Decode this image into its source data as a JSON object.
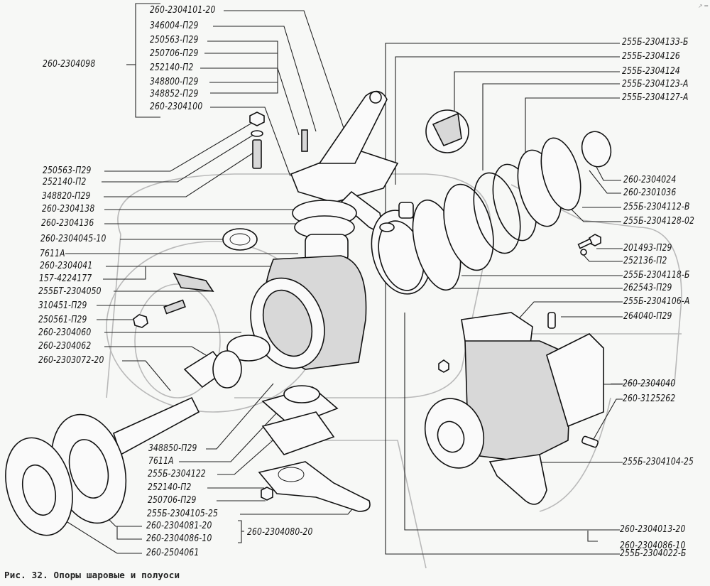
{
  "figure": {
    "caption": "Рис. 32. Опоры шаровые и полуоси",
    "corner_mark": "↗ ═"
  },
  "labels_left": {
    "assembly_label": "260-2304098",
    "bracket_group": [
      "260-2304101-20",
      "346004-П29",
      "250563-П29",
      "250706-П29",
      "252140-П2",
      "348800-П29",
      "348852-П29",
      "260-2304100"
    ],
    "column": [
      "250563-П29",
      "252140-П2",
      "348820-П29",
      "260-2304138",
      "260-2304136",
      "260-2304045-10",
      "7611А",
      "260-2304041",
      "157-4224177",
      "255БТ-2304050",
      "310451-П29",
      "250561-П29",
      "260-2304060",
      "260-2304062",
      "260-2303072-20"
    ]
  },
  "labels_bottom": {
    "column": [
      "348850-П29",
      "7611А",
      "255Б-2304122",
      "252140-П2",
      "250706-П29",
      "255Б-2304105-25",
      "260-2304081-20",
      "260-2304086-10",
      "260-2504061"
    ],
    "assembly_label": "260-2304080-20"
  },
  "labels_right": {
    "column": [
      "255Б-2304133-Б",
      "255Б-2304126",
      "255Б-2304124",
      "255Б-2304123-А",
      "255Б-2304127-А",
      "260-2304024",
      "260-2301036",
      "255Б-2304112-В",
      "255Б-2304128-02",
      "201493-П29",
      "252136-П2",
      "255Б-2304118-Б",
      "262543-П29",
      "255Б-2304106-А",
      "264040-П29",
      "260-2304040",
      "260-3125262",
      "255Б-2304104-25",
      "260-2304013-20",
      "260-2304086-10",
      "255Б-2304022-Б"
    ]
  }
}
